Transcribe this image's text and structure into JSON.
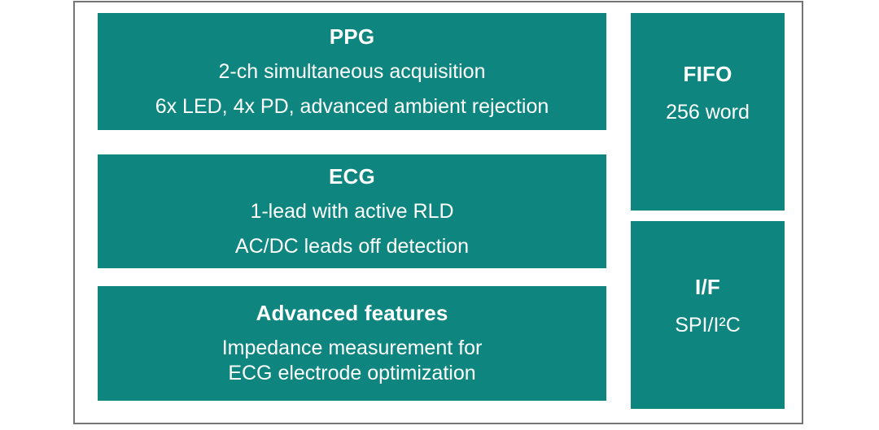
{
  "diagram": {
    "colors": {
      "block_fill": "#0E867F",
      "block_text": "#FFFFFF",
      "frame_border": "#757575",
      "background": "#FFFFFF"
    },
    "left_blocks": [
      {
        "title": "PPG",
        "lines": [
          "2-ch simultaneous acquisition",
          "6x LED, 4x PD, advanced ambient rejection"
        ]
      },
      {
        "title": "ECG",
        "lines": [
          "1-lead with active RLD",
          "AC/DC leads off detection"
        ]
      },
      {
        "title": "Advanced features",
        "lines": [
          "Impedance measurement for\nECG electrode optimization"
        ]
      }
    ],
    "right_blocks": [
      {
        "title": "FIFO",
        "lines": [
          "256 word"
        ]
      },
      {
        "title": "I/F",
        "lines": [
          "SPI/I²C"
        ]
      }
    ]
  }
}
